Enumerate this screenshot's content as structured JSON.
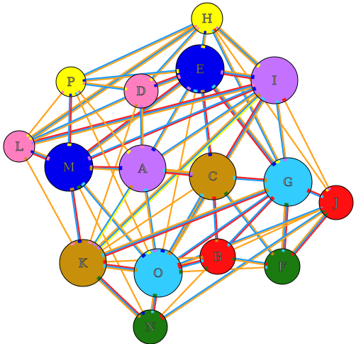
{
  "graph": {
    "edge_colors": [
      "#ff2020",
      "#1e9bff",
      "#ffa31a"
    ],
    "highlight_color": "#ffff00",
    "nodes": [
      {
        "id": "H",
        "color": "#ffff00"
      },
      {
        "id": "E",
        "color": "#0000ee"
      },
      {
        "id": "I",
        "color": "#c471ff"
      },
      {
        "id": "P",
        "color": "#ffff00"
      },
      {
        "id": "D",
        "color": "#ff7ec0"
      },
      {
        "id": "L",
        "color": "#ff7ec0"
      },
      {
        "id": "M",
        "color": "#0000ee"
      },
      {
        "id": "A",
        "color": "#c471ff"
      },
      {
        "id": "C",
        "color": "#c8900a"
      },
      {
        "id": "G",
        "color": "#33ccff"
      },
      {
        "id": "J",
        "color": "#ff1010"
      },
      {
        "id": "K",
        "color": "#c8900a"
      },
      {
        "id": "O",
        "color": "#33ccff"
      },
      {
        "id": "B",
        "color": "#ff1010"
      },
      {
        "id": "F",
        "color": "#1b7a10"
      },
      {
        "id": "N",
        "color": "#1b7a10"
      }
    ],
    "edges": [
      {
        "from": "H",
        "to": "E",
        "colors": [
          "#ffa31a",
          "#1e9bff"
        ]
      },
      {
        "from": "H",
        "to": "I",
        "colors": [
          "#ffa31a",
          "#1e9bff",
          "#ffa31a"
        ]
      },
      {
        "from": "H",
        "to": "P",
        "colors": [
          "#ffa31a",
          "#1e9bff"
        ]
      },
      {
        "from": "H",
        "to": "D",
        "colors": [
          "#ffa31a",
          "#1e9bff"
        ]
      },
      {
        "from": "H",
        "to": "L",
        "colors": [
          "#ffa31a",
          "#1e9bff",
          "#ffa31a"
        ]
      },
      {
        "from": "H",
        "to": "G",
        "colors": [
          "#ffa31a",
          "#1e9bff"
        ]
      },
      {
        "from": "H",
        "to": "J",
        "colors": [
          "#ffa31a"
        ]
      },
      {
        "from": "E",
        "to": "I",
        "colors": [
          "#ffa31a",
          "#1e9bff",
          "#ff2020"
        ]
      },
      {
        "from": "E",
        "to": "D",
        "colors": [
          "#ffa31a",
          "#1e9bff",
          "#ff2020"
        ]
      },
      {
        "from": "E",
        "to": "P",
        "colors": [
          "#ffa31a",
          "#1e9bff"
        ]
      },
      {
        "from": "E",
        "to": "M",
        "colors": [
          "#ffa31a",
          "#1e9bff",
          "#ff2020"
        ]
      },
      {
        "from": "E",
        "to": "A",
        "colors": [
          "#ffa31a",
          "#1e9bff"
        ]
      },
      {
        "from": "E",
        "to": "C",
        "colors": [
          "#ff2020",
          "#1e9bff"
        ]
      },
      {
        "from": "E",
        "to": "G",
        "colors": [
          "#ffa31a",
          "#1e9bff",
          "#ff2020"
        ]
      },
      {
        "from": "E",
        "to": "O",
        "colors": [
          "#ffa31a"
        ]
      },
      {
        "from": "I",
        "to": "L",
        "colors": [
          "#ffa31a",
          "#1e9bff",
          "#ff2020"
        ]
      },
      {
        "from": "I",
        "to": "M",
        "colors": [
          "#ff2020",
          "#1e9bff"
        ]
      },
      {
        "from": "I",
        "to": "A",
        "colors": [
          "#ffa31a",
          "#1e9bff"
        ]
      },
      {
        "from": "I",
        "to": "G",
        "colors": [
          "#ffa31a",
          "#1e9bff"
        ]
      },
      {
        "from": "I",
        "to": "J",
        "colors": [
          "#ffa31a"
        ]
      },
      {
        "from": "I",
        "to": "K",
        "colors": [
          "#ffff00",
          "#1e9bff",
          "#ffa31a"
        ]
      },
      {
        "from": "I",
        "to": "O",
        "colors": [
          "#ffa31a",
          "#1e9bff",
          "#ff2020"
        ]
      },
      {
        "from": "P",
        "to": "L",
        "colors": [
          "#ffa31a"
        ]
      },
      {
        "from": "P",
        "to": "M",
        "colors": [
          "#ff2020",
          "#1e9bff"
        ]
      },
      {
        "from": "P",
        "to": "D",
        "colors": [
          "#ffa31a",
          "#1e9bff"
        ]
      },
      {
        "from": "P",
        "to": "A",
        "colors": [
          "#ffa31a"
        ]
      },
      {
        "from": "P",
        "to": "O",
        "colors": [
          "#ffa31a"
        ]
      },
      {
        "from": "D",
        "to": "L",
        "colors": [
          "#ffa31a",
          "#1e9bff"
        ]
      },
      {
        "from": "D",
        "to": "A",
        "colors": [
          "#ffa31a",
          "#1e9bff"
        ]
      },
      {
        "from": "D",
        "to": "K",
        "colors": [
          "#ffa31a"
        ]
      },
      {
        "from": "L",
        "to": "M",
        "colors": [
          "#ffa31a",
          "#1e9bff",
          "#ff2020"
        ]
      },
      {
        "from": "L",
        "to": "K",
        "colors": [
          "#ffa31a"
        ]
      },
      {
        "from": "M",
        "to": "A",
        "colors": [
          "#ff2020",
          "#1e9bff"
        ]
      },
      {
        "from": "M",
        "to": "C",
        "colors": [
          "#ffa31a"
        ]
      },
      {
        "from": "M",
        "to": "K",
        "colors": [
          "#ff2020",
          "#1e9bff"
        ]
      },
      {
        "from": "M",
        "to": "O",
        "colors": [
          "#ffa31a",
          "#1e9bff"
        ]
      },
      {
        "from": "M",
        "to": "N",
        "colors": [
          "#ffa31a"
        ]
      },
      {
        "from": "A",
        "to": "C",
        "colors": [
          "#ffa31a",
          "#1e9bff",
          "#ff2020"
        ]
      },
      {
        "from": "A",
        "to": "O",
        "colors": [
          "#1e9bff",
          "#ffa31a"
        ]
      },
      {
        "from": "A",
        "to": "G",
        "colors": [
          "#ffa31a"
        ]
      },
      {
        "from": "A",
        "to": "K",
        "colors": [
          "#ffff00",
          "#1e9bff"
        ]
      },
      {
        "from": "C",
        "to": "G",
        "colors": [
          "#ff2020",
          "#1e9bff"
        ]
      },
      {
        "from": "C",
        "to": "B",
        "colors": [
          "#ff2020",
          "#1e9bff"
        ]
      },
      {
        "from": "C",
        "to": "O",
        "colors": [
          "#ffa31a",
          "#1e9bff"
        ]
      },
      {
        "from": "C",
        "to": "F",
        "colors": [
          "#ffa31a",
          "#1e9bff"
        ]
      },
      {
        "from": "C",
        "to": "K",
        "colors": [
          "#ffa31a"
        ]
      },
      {
        "from": "G",
        "to": "J",
        "colors": [
          "#ff2020",
          "#1e9bff"
        ]
      },
      {
        "from": "G",
        "to": "F",
        "colors": [
          "#ff2020",
          "#1e9bff",
          "#ffa31a"
        ]
      },
      {
        "from": "G",
        "to": "B",
        "colors": [
          "#ff2020",
          "#1e9bff"
        ]
      },
      {
        "from": "G",
        "to": "K",
        "colors": [
          "#ff2020",
          "#1e9bff",
          "#ffa31a"
        ]
      },
      {
        "from": "G",
        "to": "O",
        "colors": [
          "#ff2020",
          "#1e9bff"
        ]
      },
      {
        "from": "J",
        "to": "F",
        "colors": [
          "#ff2020",
          "#1e9bff",
          "#ffa31a"
        ]
      },
      {
        "from": "J",
        "to": "O",
        "colors": [
          "#ffa31a",
          "#1e9bff"
        ]
      },
      {
        "from": "J",
        "to": "N",
        "colors": [
          "#ffa31a",
          "#1e9bff"
        ]
      },
      {
        "from": "J",
        "to": "B",
        "colors": [
          "#ffa31a"
        ]
      },
      {
        "from": "K",
        "to": "O",
        "colors": [
          "#ff2020",
          "#1e9bff",
          "#ffa31a"
        ]
      },
      {
        "from": "K",
        "to": "N",
        "colors": [
          "#ff2020",
          "#1e9bff",
          "#ffa31a"
        ]
      },
      {
        "from": "K",
        "to": "B",
        "colors": [
          "#ffa31a"
        ]
      },
      {
        "from": "O",
        "to": "N",
        "colors": [
          "#ff2020",
          "#1e9bff",
          "#ffa31a"
        ]
      },
      {
        "from": "O",
        "to": "B",
        "colors": [
          "#ff2020",
          "#1e9bff"
        ]
      },
      {
        "from": "B",
        "to": "F",
        "colors": [
          "#1e9bff",
          "#ffa31a"
        ]
      },
      {
        "from": "B",
        "to": "N",
        "colors": [
          "#ffa31a"
        ]
      },
      {
        "from": "F",
        "to": "O",
        "colors": [
          "#ffa31a"
        ]
      }
    ]
  }
}
